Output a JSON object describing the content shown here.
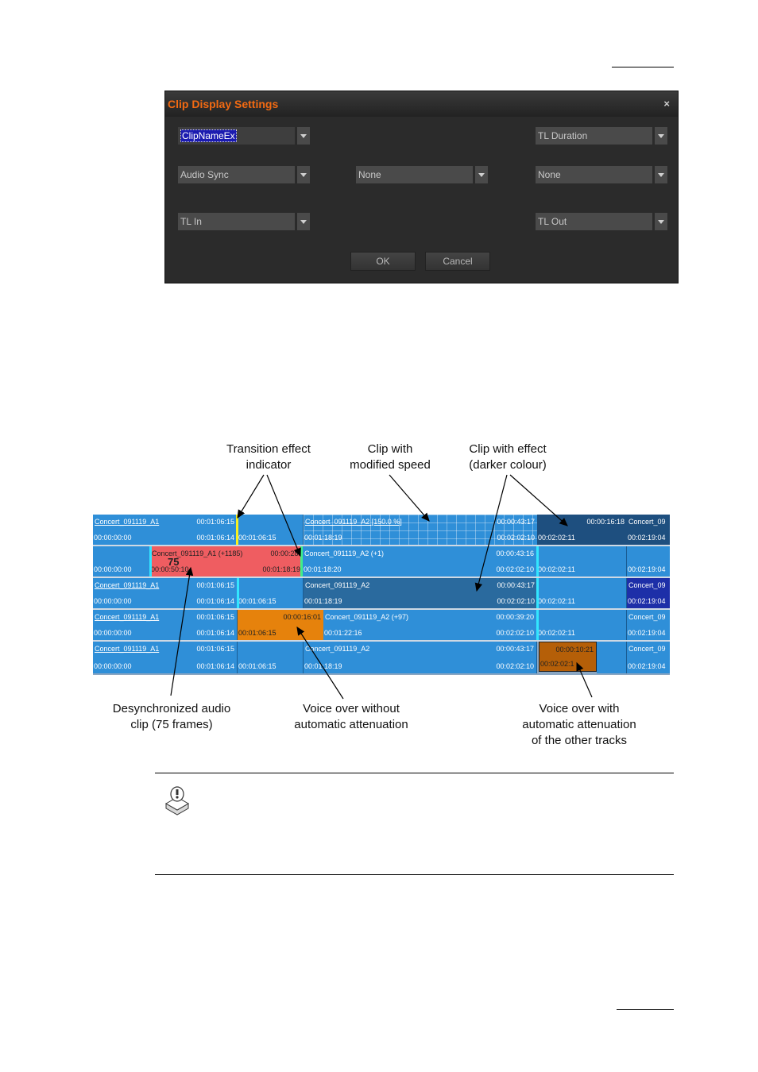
{
  "dialog": {
    "title": "Clip Display Settings",
    "close_label": "×",
    "combos": {
      "top_left": "ClipNameEx",
      "top_right": "TL Duration",
      "mid_left": "Audio Sync",
      "mid_center": "None",
      "mid_right": "None",
      "bottom_left": "TL In",
      "bottom_right": "TL Out"
    },
    "ok_label": "OK",
    "cancel_label": "Cancel"
  },
  "annotations": {
    "transition": [
      "Transition effect",
      "indicator"
    ],
    "speed": [
      "Clip with",
      "modified speed"
    ],
    "effect": [
      "Clip with effect",
      "(darker colour)"
    ],
    "desync": [
      "Desynchronized audio",
      "clip (75 frames)"
    ],
    "voice_no_att": [
      "Voice over without",
      "automatic attenuation"
    ],
    "voice_att": [
      "Voice over with",
      "automatic attenuation",
      "of the other tracks"
    ]
  },
  "timeline": {
    "row1": {
      "c1_name": "Concert_091119_A1",
      "c1_in": "00:00:00:00",
      "c1_dur": "00:01:06:15",
      "c1_out": "00:01:06:14",
      "c2_in": "00:01:06:15",
      "c3_name": "Concert_091119_A2 [150.0 %]",
      "c3_in": "00:01:18:19",
      "c3_dur": "00:00:43:17",
      "c3_out": "00:02:02:10",
      "c4_in": "00:02:02:11",
      "c4_dur": "00:00:16:18",
      "c5_name": "Concert_09",
      "c5_in": "00:02:19:04"
    },
    "row2": {
      "c1_in": "00:00:00:00",
      "c2_name": "Concert_091119_A1 (+1185)",
      "c2_dur": "00:00:28:",
      "c2_sync": "75",
      "c2_in": "00:00:50:10",
      "c2_out": "00:01:18:19",
      "c3_name": "Concert_091119_A2 (+1)",
      "c3_in": "00:01:18:20",
      "c3_dur": "00:00:43:16",
      "c3_out": "00:02:02:10",
      "c4_in": "00:02:02:11",
      "c5_in": "00:02:19:04"
    },
    "row3": {
      "c1_name": "Concert_091119_A1",
      "c1_in": "00:00:00:00",
      "c1_dur": "00:01:06:15",
      "c1_out": "00:01:06:14",
      "c2_in": "00:01:06:15",
      "c3_name": "Concert_091119_A2",
      "c3_in": "00:01:18:19",
      "c3_dur": "00:00:43:17",
      "c3_out": "00:02:02:10",
      "c4_in": "00:02:02:11",
      "c5_name": "Concert_09",
      "c5_in": "00:02:19:04"
    },
    "row4": {
      "c1_name": "Concert_091119_A1",
      "c1_in": "00:00:00:00",
      "c1_dur": "00:01:06:15",
      "c1_out": "00:01:06:14",
      "c2_in": "00:01:06:15",
      "c2_dur": "00:00:16:01",
      "c3_name": "Concert_091119_A2 (+97)",
      "c3_in": "00:01:22:16",
      "c3_dur": "00:00:39:20",
      "c3_out": "00:02:02:10",
      "c4_in": "00:02:02:11",
      "c5_name": "Concert_09",
      "c5_in": "00:02:19:04"
    },
    "row5": {
      "c1_name": "Concert_091119_A1",
      "c1_in": "00:00:00:00",
      "c1_dur": "00:01:06:15",
      "c1_out": "00:01:06:14",
      "c2_in": "00:01:06:15",
      "c3_name": "Concert_091119_A2",
      "c3_in": "00:01:18:19",
      "c3_dur": "00:00:43:17",
      "c3_out": "00:02:02:10",
      "c4_dur": "00:00:10:21",
      "c4_in": "00:02:02:1",
      "c5_name": "Concert_09",
      "c5_in": "00:02:19:04"
    }
  },
  "note_icon": "note-icon"
}
